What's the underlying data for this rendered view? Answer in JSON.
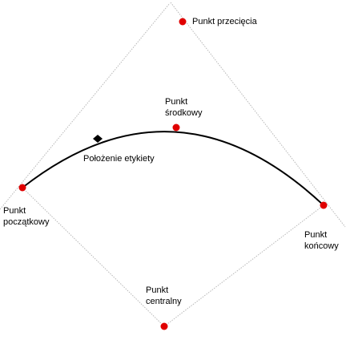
{
  "colors": {
    "point": "#e00000",
    "arc": "#000000",
    "guide": "#b8b8b8",
    "label_marker": "#000000"
  },
  "labels": {
    "intersection": "Punkt przecięcia",
    "midpoint_line1": "Punkt",
    "midpoint_line2": "środkowy",
    "label_position": "Położenie etykiety",
    "start_line1": "Punkt",
    "start_line2": "początkowy",
    "end_line1": "Punkt",
    "end_line2": "końcowy",
    "center_line1": "Punkt",
    "center_line2": "centralny"
  }
}
